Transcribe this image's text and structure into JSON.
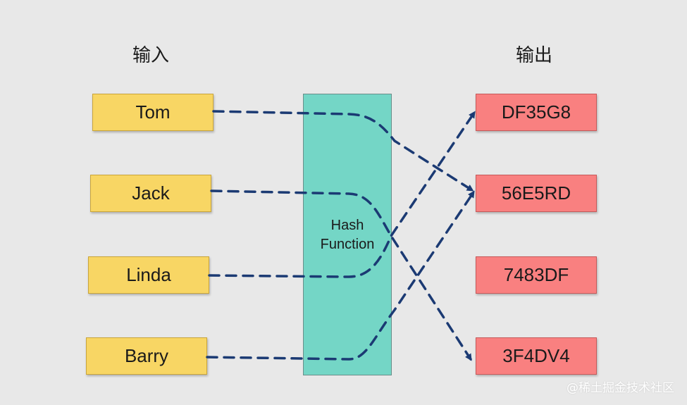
{
  "headings": {
    "input": "输入",
    "output": "输出"
  },
  "inputs": [
    "Tom",
    "Jack",
    "Linda",
    "Barry"
  ],
  "hash_function": {
    "line1": "Hash",
    "line2": "Function"
  },
  "outputs": [
    "DF35G8",
    "56E5RD",
    "7483DF",
    "3F4DV4"
  ],
  "mappings": [
    {
      "from": "Tom",
      "to": "56E5RD"
    },
    {
      "from": "Jack",
      "to": "3F4DV4"
    },
    {
      "from": "Linda",
      "to": "DF35G8"
    },
    {
      "from": "Barry",
      "to": "56E5RD"
    }
  ],
  "colors": {
    "input_fill": "#f8d664",
    "output_fill": "#f98080",
    "hash_fill": "#74d6c6",
    "arrow": "#1b3a73",
    "background": "#e8e8e8"
  },
  "watermark": "@稀土掘金技术社区"
}
